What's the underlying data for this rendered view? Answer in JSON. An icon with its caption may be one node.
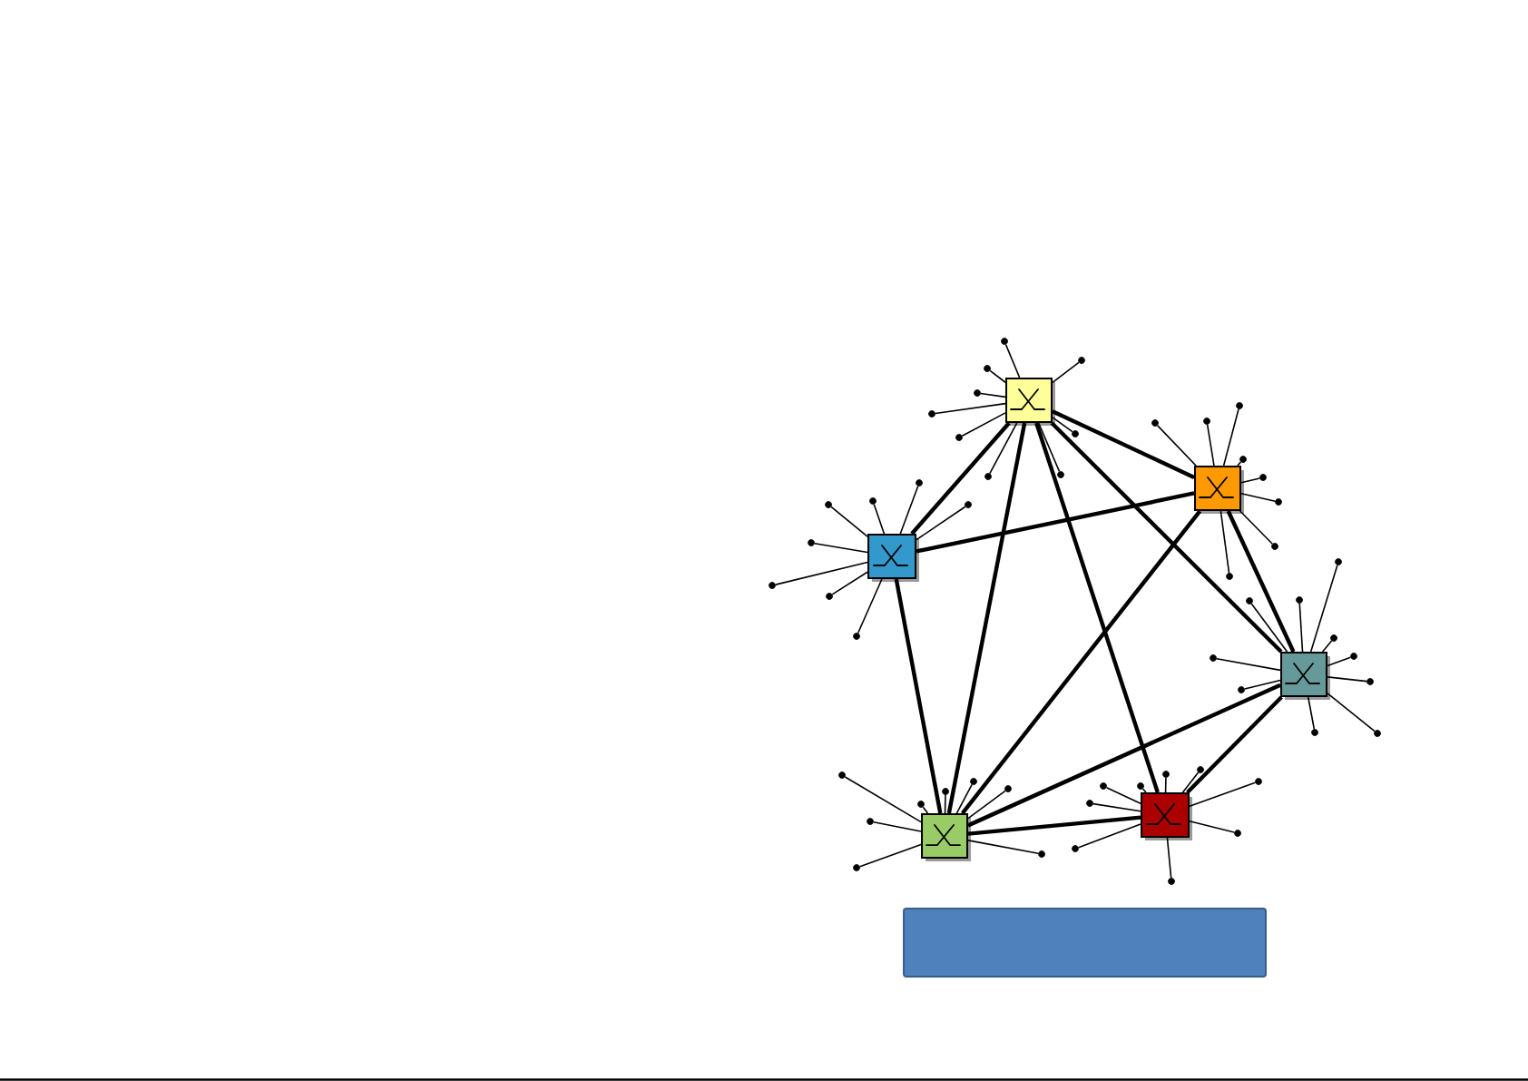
{
  "diagram": {
    "nodes": [
      {
        "text": [],
        "shape": "box"
      },
      {
        "text": [],
        "shape": "box"
      },
      {
        "text": [],
        "shape": "box"
      },
      {
        "text": [],
        "shape": "box"
      },
      {
        "text": [],
        "shape": "box"
      },
      {
        "text": [],
        "shape": "box"
      },
      {
        "text": [],
        "shape": "circle"
      },
      {
        "text": [],
        "shape": "circle"
      },
      {
        "text": [],
        "shape": "circle"
      },
      {
        "text": [],
        "shape": "circle"
      },
      {
        "text": [],
        "shape": "circle"
      },
      {
        "text": [],
        "shape": "circle"
      },
      {
        "text": [],
        "shape": "circle"
      },
      {
        "text": [],
        "shape": "circle"
      },
      {
        "text": [],
        "shape": "circle"
      },
      {
        "text": [],
        "shape": "circle"
      },
      {
        "text": [],
        "shape": "circle"
      },
      {
        "text": [],
        "shape": "circle"
      },
      {
        "text": [],
        "shape": "circle"
      },
      {
        "text": [],
        "shape": "circle"
      },
      {
        "text": [],
        "shape": "circle"
      },
      {
        "text": [],
        "shape": "circle"
      },
      {
        "text": [],
        "shape": "circle"
      },
      {
        "text": [],
        "shape": "circle"
      },
      {
        "text": [],
        "shape": "circle"
      },
      {
        "text": [],
        "shape": "circle"
      },
      {
        "text": [],
        "shape": "circle"
      },
      {
        "text": [],
        "shape": "circle"
      },
      {
        "text": [],
        "shape": "circle"
      },
      {
        "text": [],
        "shape": "circle"
      },
      {
        "text": [],
        "shape": "circle"
      },
      {
        "text": [],
        "shape": "circle"
      },
      {
        "text": [],
        "shape": "circle"
      },
      {
        "text": [],
        "shape": "circle"
      },
      {
        "text": [],
        "shape": "circle"
      },
      {
        "text": [],
        "shape": "circle"
      },
      {
        "text": [],
        "shape": "circle"
      },
      {
        "text": [],
        "shape": "circle"
      },
      {
        "text": [],
        "shape": "circle"
      },
      {
        "text": [],
        "shape": "circle"
      },
      {
        "text": [],
        "shape": "circle"
      },
      {
        "text": [],
        "shape": "circle"
      },
      {
        "text": [],
        "shape": "circle"
      },
      {
        "text": [],
        "shape": "circle"
      },
      {
        "text": [],
        "shape": "circle"
      },
      {
        "text": [],
        "shape": "circle"
      },
      {
        "text": [],
        "shape": "circle"
      },
      {
        "text": [],
        "shape": "circle"
      },
      {
        "text": [],
        "shape": "circle"
      },
      {
        "text": [],
        "shape": "circle"
      },
      {
        "text": [],
        "shape": "circle"
      },
      {
        "text": [],
        "shape": "circle"
      },
      {
        "text": [],
        "shape": "circle"
      },
      {
        "text": [],
        "shape": "circle"
      },
      {
        "text": [],
        "shape": "circle"
      },
      {
        "text": [],
        "shape": "circle"
      },
      {
        "text": [],
        "shape": "circle"
      },
      {
        "text": [],
        "shape": "circle"
      },
      {
        "text": [],
        "shape": "bar"
      }
    ],
    "edges": [
      {
        "from": 0,
        "to": 1,
        "arrow": "none",
        "style": "thick"
      },
      {
        "from": 0,
        "to": 2,
        "arrow": "none",
        "style": "thick"
      },
      {
        "from": 0,
        "to": 3,
        "arrow": "none",
        "style": "thick"
      },
      {
        "from": 0,
        "to": 4,
        "arrow": "none",
        "style": "thick"
      },
      {
        "from": 0,
        "to": 5,
        "arrow": "none",
        "style": "thick"
      },
      {
        "from": 1,
        "to": 2,
        "arrow": "none",
        "style": "thick"
      },
      {
        "from": 1,
        "to": 3,
        "arrow": "none",
        "style": "thick"
      },
      {
        "from": 1,
        "to": 4,
        "arrow": "none",
        "style": "thick"
      },
      {
        "from": 2,
        "to": 4,
        "arrow": "none",
        "style": "thick"
      },
      {
        "from": 3,
        "to": 4,
        "arrow": "none",
        "style": "thick"
      },
      {
        "from": 3,
        "to": 5,
        "arrow": "none",
        "style": "thick"
      },
      {
        "from": 4,
        "to": 5,
        "arrow": "none",
        "style": "thick"
      },
      {
        "from": 0,
        "to": 6,
        "arrow": "none"
      },
      {
        "from": 0,
        "to": 7,
        "arrow": "none"
      },
      {
        "from": 0,
        "to": 8,
        "arrow": "none"
      },
      {
        "from": 0,
        "to": 9,
        "arrow": "none"
      },
      {
        "from": 0,
        "to": 10,
        "arrow": "none"
      },
      {
        "from": 0,
        "to": 11,
        "arrow": "none"
      },
      {
        "from": 0,
        "to": 12,
        "arrow": "none"
      },
      {
        "from": 0,
        "to": 13,
        "arrow": "none"
      },
      {
        "from": 0,
        "to": 14,
        "arrow": "none"
      },
      {
        "from": 1,
        "to": 15,
        "arrow": "none"
      },
      {
        "from": 1,
        "to": 16,
        "arrow": "none"
      },
      {
        "from": 1,
        "to": 17,
        "arrow": "none"
      },
      {
        "from": 1,
        "to": 18,
        "arrow": "none"
      },
      {
        "from": 1,
        "to": 19,
        "arrow": "none"
      },
      {
        "from": 1,
        "to": 20,
        "arrow": "none"
      },
      {
        "from": 1,
        "to": 21,
        "arrow": "none"
      },
      {
        "from": 1,
        "to": 22,
        "arrow": "none"
      },
      {
        "from": 2,
        "to": 23,
        "arrow": "none"
      },
      {
        "from": 2,
        "to": 24,
        "arrow": "none"
      },
      {
        "from": 2,
        "to": 25,
        "arrow": "none"
      },
      {
        "from": 2,
        "to": 26,
        "arrow": "none"
      },
      {
        "from": 2,
        "to": 27,
        "arrow": "none"
      },
      {
        "from": 2,
        "to": 28,
        "arrow": "none"
      },
      {
        "from": 2,
        "to": 29,
        "arrow": "none"
      },
      {
        "from": 2,
        "to": 30,
        "arrow": "none"
      },
      {
        "from": 3,
        "to": 31,
        "arrow": "none"
      },
      {
        "from": 3,
        "to": 32,
        "arrow": "none"
      },
      {
        "from": 3,
        "to": 33,
        "arrow": "none"
      },
      {
        "from": 3,
        "to": 34,
        "arrow": "none"
      },
      {
        "from": 3,
        "to": 35,
        "arrow": "none"
      },
      {
        "from": 3,
        "to": 36,
        "arrow": "none"
      },
      {
        "from": 3,
        "to": 37,
        "arrow": "none"
      },
      {
        "from": 3,
        "to": 38,
        "arrow": "none"
      },
      {
        "from": 3,
        "to": 39,
        "arrow": "none"
      },
      {
        "from": 3,
        "to": 40,
        "arrow": "none"
      },
      {
        "from": 4,
        "to": 41,
        "arrow": "none"
      },
      {
        "from": 4,
        "to": 42,
        "arrow": "none"
      },
      {
        "from": 4,
        "to": 43,
        "arrow": "none"
      },
      {
        "from": 4,
        "to": 44,
        "arrow": "none"
      },
      {
        "from": 4,
        "to": 45,
        "arrow": "none"
      },
      {
        "from": 4,
        "to": 46,
        "arrow": "none"
      },
      {
        "from": 4,
        "to": 47,
        "arrow": "none"
      },
      {
        "from": 4,
        "to": 48,
        "arrow": "none"
      },
      {
        "from": 5,
        "to": 49,
        "arrow": "none"
      },
      {
        "from": 5,
        "to": 50,
        "arrow": "none"
      },
      {
        "from": 5,
        "to": 51,
        "arrow": "none"
      },
      {
        "from": 5,
        "to": 52,
        "arrow": "none"
      },
      {
        "from": 5,
        "to": 53,
        "arrow": "none"
      },
      {
        "from": 5,
        "to": 54,
        "arrow": "none"
      },
      {
        "from": 5,
        "to": 55,
        "arrow": "none"
      },
      {
        "from": 5,
        "to": 56,
        "arrow": "none"
      },
      {
        "from": 5,
        "to": 57,
        "arrow": "none"
      }
    ]
  }
}
